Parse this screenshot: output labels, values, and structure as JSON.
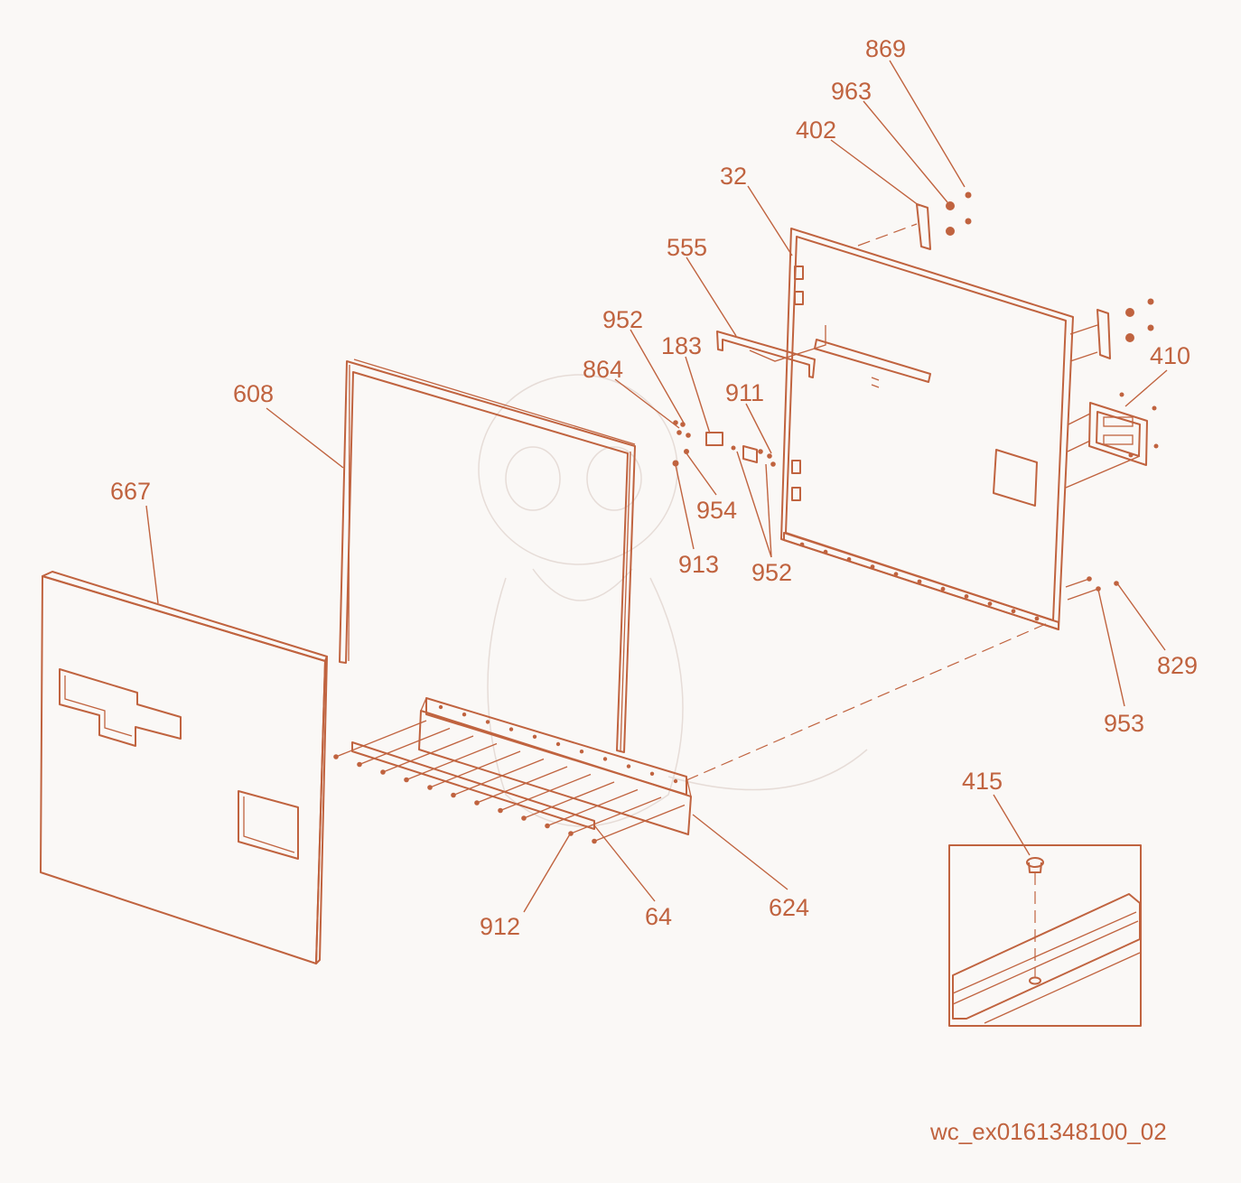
{
  "drawing_code": "wc_ex0161348100_02",
  "palette": {
    "line": "#c0633f",
    "background": "#faf8f6"
  },
  "callouts": [
    {
      "id": "869"
    },
    {
      "id": "963"
    },
    {
      "id": "402"
    },
    {
      "id": "32"
    },
    {
      "id": "555"
    },
    {
      "id": "952-top",
      "text": "952"
    },
    {
      "id": "183"
    },
    {
      "id": "864"
    },
    {
      "id": "911"
    },
    {
      "id": "608"
    },
    {
      "id": "410"
    },
    {
      "id": "954"
    },
    {
      "id": "667"
    },
    {
      "id": "913"
    },
    {
      "id": "952-bottom",
      "text": "952"
    },
    {
      "id": "829"
    },
    {
      "id": "953"
    },
    {
      "id": "415"
    },
    {
      "id": "624"
    },
    {
      "id": "912"
    },
    {
      "id": "64"
    }
  ]
}
